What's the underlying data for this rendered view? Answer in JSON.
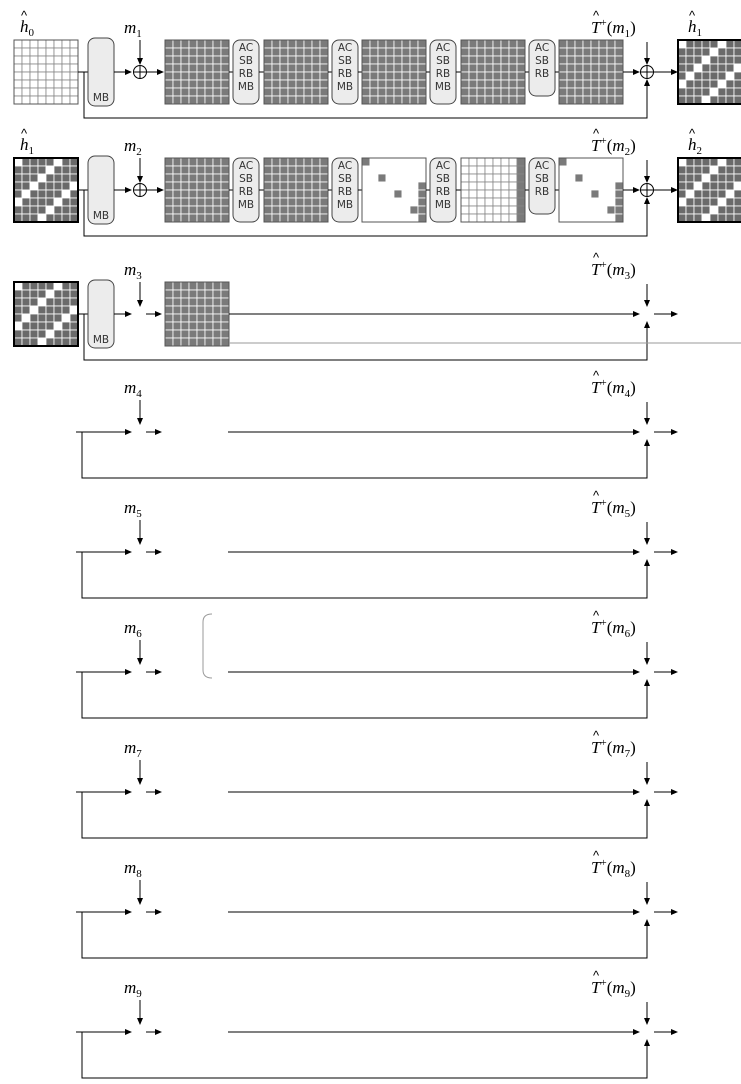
{
  "rows": [
    {
      "m": "m",
      "m_sub": "1",
      "t_hat": "T",
      "t_sup": "+",
      "t_arg": "m",
      "t_arg_sub": "1",
      "in_label": "h",
      "in_sub": "0",
      "out_label": "h",
      "out_sub": "1",
      "state_count": 5
    },
    {
      "m": "m",
      "m_sub": "2",
      "t_hat": "T",
      "t_sup": "+",
      "t_arg": "m",
      "t_arg_sub": "2",
      "in_label": "h",
      "in_sub": "1",
      "out_label": "h",
      "out_sub": "2",
      "state_count": 5
    },
    {
      "m": "m",
      "m_sub": "3",
      "t_hat": "T",
      "t_sup": "+",
      "t_arg": "m",
      "t_arg_sub": "3",
      "state_count": 1
    },
    {
      "m": "m",
      "m_sub": "4",
      "t_hat": "T",
      "t_sup": "+",
      "t_arg": "m",
      "t_arg_sub": "4",
      "state_count": 0
    },
    {
      "m": "m",
      "m_sub": "5",
      "t_hat": "T",
      "t_sup": "+",
      "t_arg": "m",
      "t_arg_sub": "5",
      "state_count": 0
    },
    {
      "m": "m",
      "m_sub": "6",
      "t_hat": "T",
      "t_sup": "+",
      "t_arg": "m",
      "t_arg_sub": "6",
      "state_count": 0
    },
    {
      "m": "m",
      "m_sub": "7",
      "t_hat": "T",
      "t_sup": "+",
      "t_arg": "m",
      "t_arg_sub": "7",
      "state_count": 0
    },
    {
      "m": "m",
      "m_sub": "8",
      "t_hat": "T",
      "t_sup": "+",
      "t_arg": "m",
      "t_arg_sub": "8",
      "state_count": 0
    },
    {
      "m": "m",
      "m_sub": "9",
      "t_hat": "T",
      "t_sup": "+",
      "t_arg": "m",
      "t_arg_sub": "9",
      "state_count": 0
    }
  ],
  "round_first": [
    "MB"
  ],
  "round_full": [
    "AC",
    "SB",
    "RB",
    "MB"
  ],
  "round_last": [
    "AC",
    "SB",
    "RB"
  ],
  "colors": {
    "dark": "#7a7a7a",
    "mid": "#9c9c9c",
    "light": "#ffffff",
    "black": "#000000",
    "round_fill": "#ececec"
  }
}
